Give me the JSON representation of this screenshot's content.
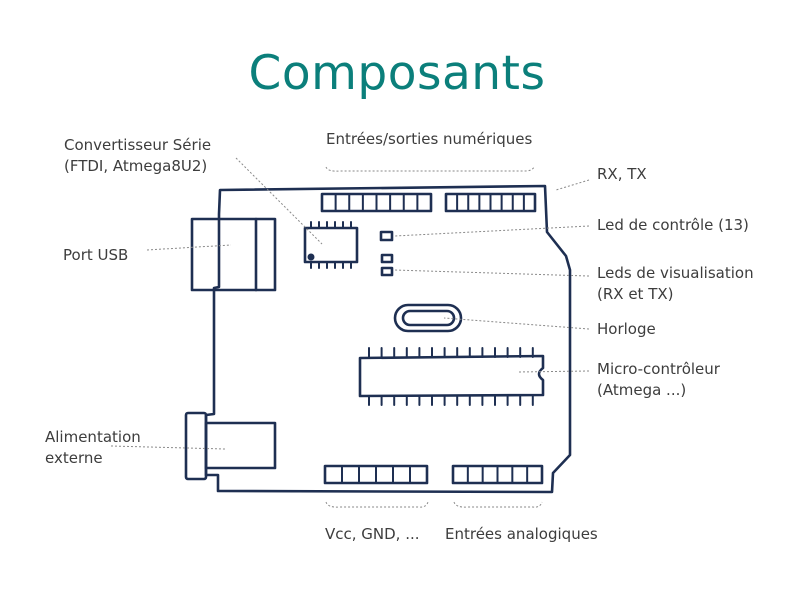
{
  "title": "Composants",
  "labels": {
    "converter": [
      "Convertisseur Série",
      "(FTDI, Atmega8U2)"
    ],
    "digital_io": "Entrées/sorties numériques",
    "rx_tx": "RX, TX",
    "control_led": "Led de contrôle (13)",
    "usb_port": "Port USB",
    "visual_leds": [
      "Leds de visualisation",
      "(RX et TX)"
    ],
    "clock": "Horloge",
    "microcontroller": [
      "Micro-contrôleur",
      "(Atmega ...)"
    ],
    "external_power": [
      "Alimentation",
      "externe"
    ],
    "vcc_gnd": "Vcc, GND, ...",
    "analog_inputs": "Entrées analogiques"
  },
  "colors": {
    "title": "#0b7f7b",
    "ink": "#1e2f52",
    "leader": "#8a8a8a",
    "text": "#3d3d3d"
  }
}
